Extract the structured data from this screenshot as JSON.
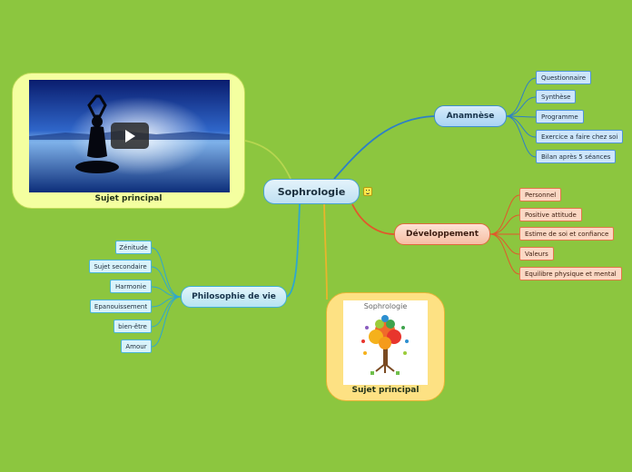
{
  "central": {
    "label": "Sophrologie"
  },
  "anamnese": {
    "label": "Anamnèse",
    "items": [
      "Questionnaire",
      "Synthèse",
      "Programme",
      "Exercice a faire chez soi",
      "Bilan après 5 séances"
    ]
  },
  "developpement": {
    "label": "Développement",
    "items": [
      "Personnel",
      "Positive attitude",
      "Estime de soi et confiance",
      "Valeurs",
      "Equilibre physique et mental"
    ]
  },
  "philosophie": {
    "label": "Philosophie de vie",
    "items": [
      "Zénitude",
      "Sujet secondaire",
      "Harmonie",
      "Epanouissement",
      "bien-être",
      "Amour"
    ]
  },
  "video_topic": {
    "label": "Sujet principal"
  },
  "image_topic": {
    "label": "Sujet principal",
    "image_title": "Sophrologie"
  },
  "colors": {
    "background": "#8cc63f",
    "anamnese_line": "#2d7fc8",
    "developpement_line": "#e2572b",
    "philosophie_line": "#2ea7cf",
    "video_line": "#b6d650",
    "image_line": "#e8b52c"
  },
  "icons": {
    "play": "play-icon",
    "smiley": "smiley-icon"
  }
}
